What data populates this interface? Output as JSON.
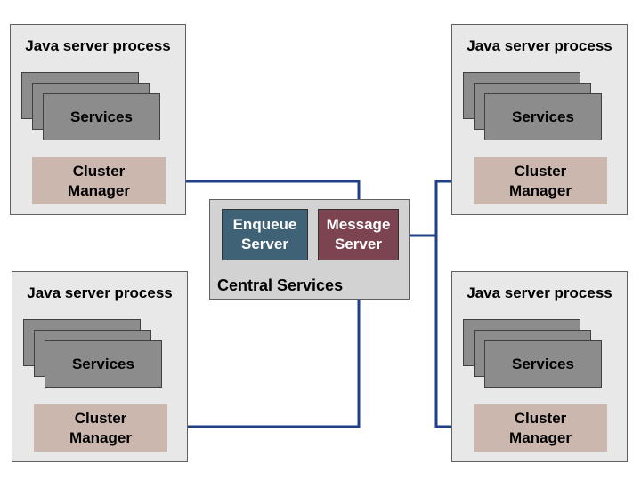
{
  "processes": [
    {
      "title": "Java server process",
      "services_label": "Services",
      "cluster_label": "Cluster\nManager"
    },
    {
      "title": "Java server process",
      "services_label": "Services",
      "cluster_label": "Cluster\nManager"
    },
    {
      "title": "Java server process",
      "services_label": "Services",
      "cluster_label": "Cluster\nManager"
    },
    {
      "title": "Java server process",
      "services_label": "Services",
      "cluster_label": "Cluster\nManager"
    }
  ],
  "central_services": {
    "label": "Central Services",
    "enqueue_label": "Enqueue\nServer",
    "message_label": "Message\nServer"
  },
  "colors": {
    "connector": "#1f3f86",
    "enqueue": "#3f6276",
    "message": "#7b4450",
    "cluster": "#cbb7ae",
    "services": "#8c8c8c",
    "process_bg": "#e8e8e8",
    "central_bg": "#d2d2d2"
  }
}
